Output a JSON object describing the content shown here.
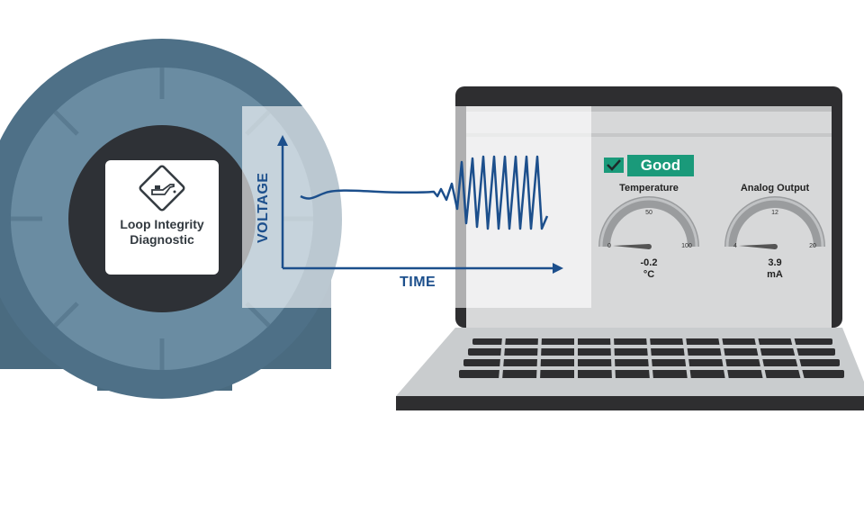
{
  "device": {
    "badge_lines": [
      "Loop Integrity",
      "Diagnostic"
    ],
    "icon": "oil-can-icon"
  },
  "graph": {
    "y_label": "VOLTAGE",
    "x_label": "TIME",
    "line_color": "#1c4f8c"
  },
  "screen": {
    "status": {
      "label": "Good",
      "color": "#1a9a7a",
      "icon": "checkmark-icon"
    },
    "gauges": [
      {
        "title": "Temperature",
        "min": "0",
        "mid": "50",
        "max": "100",
        "value": "-0.2",
        "unit": "°C"
      },
      {
        "title": "Analog Output",
        "min": "4",
        "mid": "12",
        "max": "20",
        "value": "3.9",
        "unit": "mA"
      }
    ]
  },
  "colors": {
    "housing": "#4e7087",
    "housing_light": "#6a8ca2",
    "laptop_body": "#c9ccce",
    "laptop_bezel": "#2e2e30",
    "screen_bg": "#d7d8d9"
  }
}
